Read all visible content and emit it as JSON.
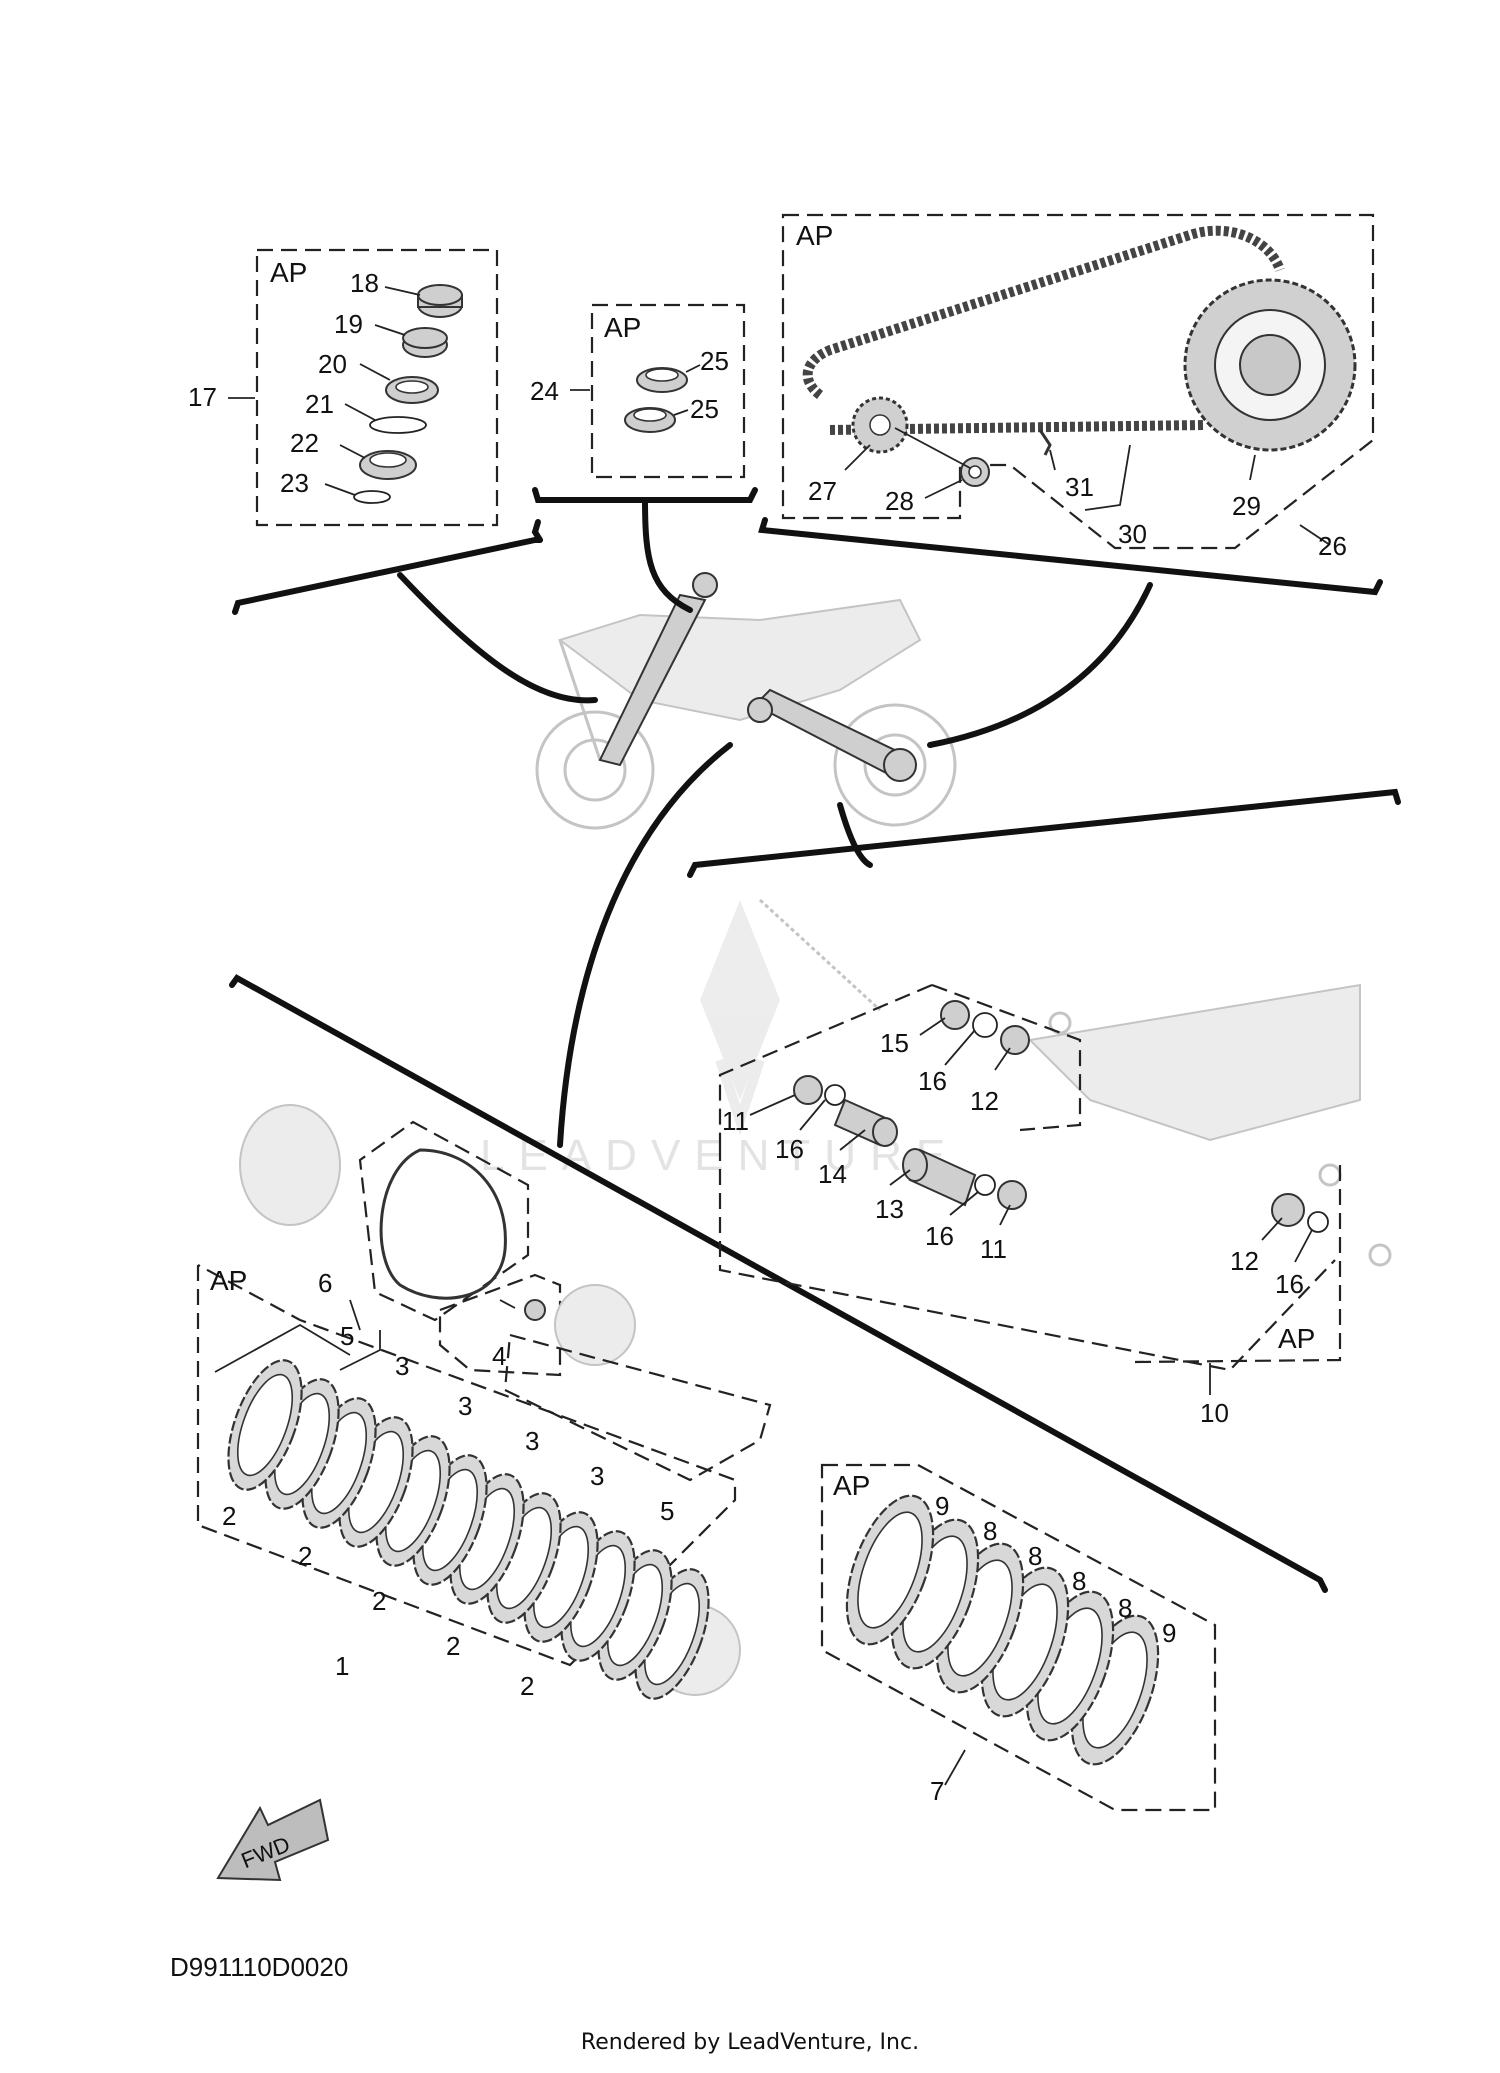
{
  "group_label": "AP",
  "fwd_label": "FWD",
  "diagram_code": "D991110D0020",
  "footer": "Rendered by LeadVenture, Inc.",
  "watermark": "LEADVENTURE",
  "callouts": {
    "n1": "1",
    "n2": "2",
    "n3": "3",
    "n4": "4",
    "n5": "5",
    "n6": "6",
    "n7": "7",
    "n8": "8",
    "n9": "9",
    "n10": "10",
    "n11": "11",
    "n12": "12",
    "n13": "13",
    "n14": "14",
    "n15": "15",
    "n16": "16",
    "n17": "17",
    "n18": "18",
    "n19": "19",
    "n20": "20",
    "n21": "21",
    "n22": "22",
    "n23": "23",
    "n24": "24",
    "n25": "25",
    "n26": "26",
    "n27": "27",
    "n28": "28",
    "n29": "29",
    "n30": "30",
    "n31": "31"
  }
}
